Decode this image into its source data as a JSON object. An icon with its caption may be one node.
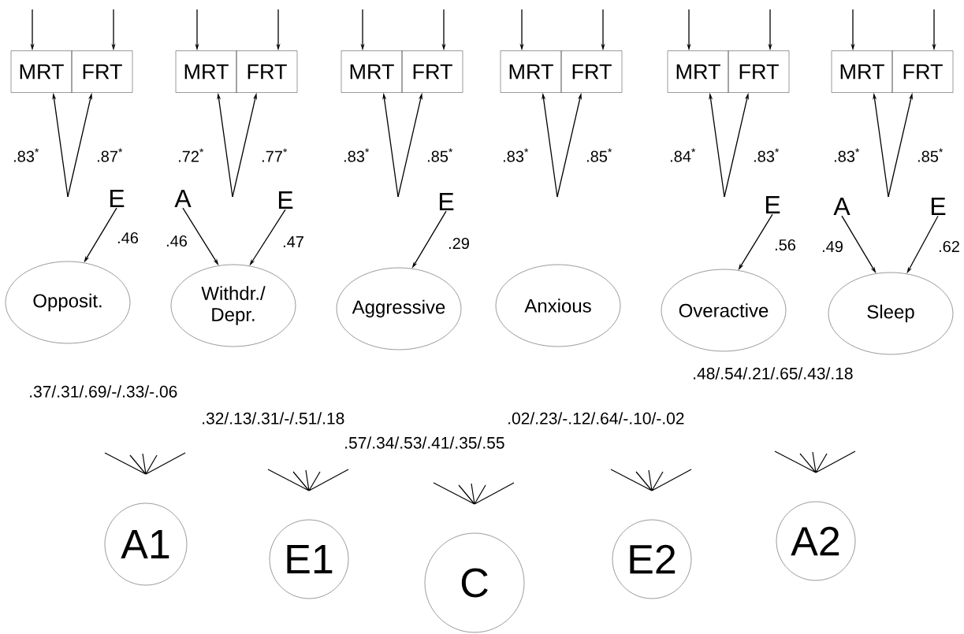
{
  "diagram": {
    "nodes": [
      {
        "text": [
          "MRT"
        ]
      },
      {
        "text": [
          "FRT"
        ]
      },
      {
        "text": [
          "MRT"
        ]
      },
      {
        "text": [
          "FRT"
        ]
      },
      {
        "text": [
          "MRT"
        ]
      },
      {
        "text": [
          "FRT"
        ]
      },
      {
        "text": [
          "MRT"
        ]
      },
      {
        "text": [
          "FRT"
        ]
      },
      {
        "text": [
          "MRT"
        ]
      },
      {
        "text": [
          "FRT"
        ]
      },
      {
        "text": [
          "MRT"
        ]
      },
      {
        "text": [
          "FRT"
        ]
      },
      {
        "text": [
          "E"
        ]
      },
      {
        "text": [
          "A"
        ]
      },
      {
        "text": [
          "E"
        ]
      },
      {
        "text": [
          "E"
        ]
      },
      {
        "text": [
          "E"
        ]
      },
      {
        "text": [
          "A"
        ]
      },
      {
        "text": [
          "E"
        ]
      },
      {
        "text": [
          "Opposit."
        ]
      },
      {
        "text": [
          "Withdr./ Depr."
        ]
      },
      {
        "text": [
          "Aggressive"
        ]
      },
      {
        "text": [
          "Anxious"
        ]
      },
      {
        "text": [
          "Overactive"
        ]
      },
      {
        "text": [
          "Sleep"
        ]
      },
      {
        "text": [
          "A1"
        ]
      },
      {
        "text": [
          "E1"
        ]
      },
      {
        "text": [
          "C"
        ]
      },
      {
        "text": [
          "E2"
        ]
      },
      {
        "text": [
          "A2"
        ]
      }
    ],
    "edges": [
      {
        "from": null,
        "to": 0,
        "arrow": "to"
      },
      {
        "from": null,
        "to": 1,
        "arrow": "to"
      },
      {
        "from": null,
        "to": 0,
        "arrow": "to",
        "label": ".83$^{*}$"
      },
      {
        "from": null,
        "to": 1,
        "arrow": "to",
        "label": ".87$^{*}$"
      },
      {
        "from": null,
        "to": 2,
        "arrow": "to"
      },
      {
        "from": null,
        "to": 3,
        "arrow": "to"
      },
      {
        "from": null,
        "to": 2,
        "arrow": "to",
        "label": ".72$^{*}$"
      },
      {
        "from": null,
        "to": 3,
        "arrow": "to",
        "label": ".77$^{*}$"
      },
      {
        "from": null,
        "to": 4,
        "arrow": "to"
      },
      {
        "from": null,
        "to": 5,
        "arrow": "to"
      },
      {
        "from": null,
        "to": 4,
        "arrow": "to",
        "label": ".83$^{*}$"
      },
      {
        "from": null,
        "to": 5,
        "arrow": "to",
        "label": ".85$^{*}$"
      },
      {
        "from": null,
        "to": 6,
        "arrow": "to"
      },
      {
        "from": null,
        "to": 7,
        "arrow": "to"
      },
      {
        "from": null,
        "to": 6,
        "arrow": "to",
        "label": ".83$^{*}$"
      },
      {
        "from": null,
        "to": 7,
        "arrow": "to",
        "label": ".85$^{*}$"
      },
      {
        "from": null,
        "to": 8,
        "arrow": "to"
      },
      {
        "from": null,
        "to": 9,
        "arrow": "to"
      },
      {
        "from": null,
        "to": 8,
        "arrow": "to",
        "label": ".84$^{*}$"
      },
      {
        "from": null,
        "to": 9,
        "arrow": "to",
        "label": ".83$^{*}$"
      },
      {
        "from": null,
        "to": 10,
        "arrow": "to"
      },
      {
        "from": null,
        "to": 11,
        "arrow": "to"
      },
      {
        "from": null,
        "to": 10,
        "arrow": "to",
        "label": ".83$^{*}$"
      },
      {
        "from": null,
        "to": 11,
        "arrow": "to",
        "label": ".85$^{*}$"
      },
      {
        "from": 12,
        "to": 19,
        "arrow": "to",
        "label": ".46"
      },
      {
        "from": 13,
        "to": 20,
        "arrow": "to",
        "label": ".46"
      },
      {
        "from": 14,
        "to": 20,
        "arrow": "to",
        "label": ".47"
      },
      {
        "from": 15,
        "to": 21,
        "arrow": "to",
        "label": ".29"
      },
      {
        "from": 16,
        "to": 23,
        "arrow": "to",
        "label": ".56"
      },
      {
        "from": 17,
        "to": 24,
        "arrow": "to",
        "label": ".49"
      },
      {
        "from": 18,
        "to": 24,
        "arrow": "to",
        "label": ".62"
      }
    ],
    "labels": [
      ".37/.31/.69/-/.33/-.06",
      ".32/.13/.31/-/.51/.18",
      ".57/.34/.53/.41/.35/.55",
      ".02/.23/-.12/.64/-.10/-.02",
      ".48/.54/.21/.65/.43/.18"
    ]
  }
}
